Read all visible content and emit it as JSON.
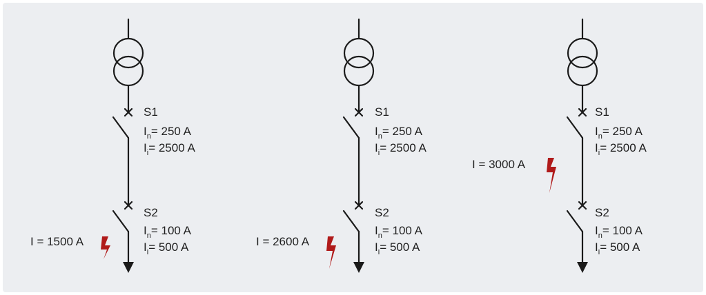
{
  "colors": {
    "background": "#eceef1",
    "line": "#1a1a1a",
    "fault": "#b01a1a"
  },
  "symbols": {
    "transformer": "transformer-icon",
    "breaker": "circuit-breaker-icon",
    "fault": "lightning-bolt-icon",
    "load": "arrow-down-icon"
  },
  "circuits": [
    {
      "s1": {
        "name": "S1",
        "in_prefix": "I",
        "in_sub": "n",
        "in_value": "= 250 A",
        "ii_prefix": "I",
        "ii_sub": "i",
        "ii_value": "= 2500 A"
      },
      "s2": {
        "name": "S2",
        "in_prefix": "I",
        "in_sub": "n",
        "in_value": "= 100 A",
        "ii_prefix": "I",
        "ii_sub": "i",
        "ii_value": "= 500 A"
      },
      "fault_label": "I = 1500 A"
    },
    {
      "s1": {
        "name": "S1",
        "in_prefix": "I",
        "in_sub": "n",
        "in_value": "= 250 A",
        "ii_prefix": "I",
        "ii_sub": "i",
        "ii_value": "= 2500 A"
      },
      "s2": {
        "name": "S2",
        "in_prefix": "I",
        "in_sub": "n",
        "in_value": "= 100 A",
        "ii_prefix": "I",
        "ii_sub": "i",
        "ii_value": "= 500 A"
      },
      "fault_label": "I = 2600 A"
    },
    {
      "s1": {
        "name": "S1",
        "in_prefix": "I",
        "in_sub": "n",
        "in_value": "= 250 A",
        "ii_prefix": "I",
        "ii_sub": "i",
        "ii_value": "= 2500 A"
      },
      "s2": {
        "name": "S2",
        "in_prefix": "I",
        "in_sub": "n",
        "in_value": "= 100 A",
        "ii_prefix": "I",
        "ii_sub": "i",
        "ii_value": "= 500 A"
      },
      "fault_label": "I = 3000 A"
    }
  ]
}
